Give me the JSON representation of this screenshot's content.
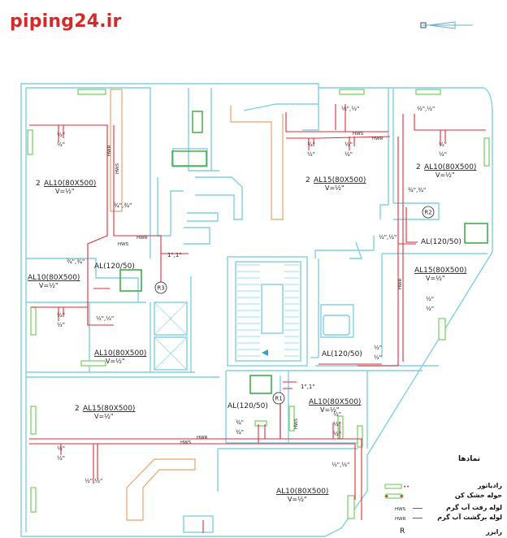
{
  "brand": {
    "text": "piping24.ir",
    "color": "#d42a2a"
  },
  "colors": {
    "wall": "#7fd0e0",
    "pipe": "#e02a3a",
    "label": "#222222",
    "radiator": "#7fd06a",
    "orange": "#e8a26a"
  },
  "rooms": [
    {
      "id": "r1",
      "name": "AL10(80X500)",
      "prefix": "2",
      "v": "V=½\""
    },
    {
      "id": "r2",
      "name": "AL15(80X500)",
      "prefix": "2",
      "v": "V=½\""
    },
    {
      "id": "r3",
      "name": "AL10(80X500)",
      "prefix": "2",
      "v": "V=½\""
    },
    {
      "id": "r4",
      "name": "AL10(80X500)",
      "prefix": "",
      "v": "V=½\""
    },
    {
      "id": "r5",
      "name": "AL15(80X500)",
      "prefix": "",
      "v": "V=½\""
    },
    {
      "id": "r6",
      "name": "AL10(80X500)",
      "prefix": "",
      "v": "V=½\""
    },
    {
      "id": "r7",
      "name": "AL15(80X500)",
      "prefix": "2",
      "v": "V=½\""
    },
    {
      "id": "r8",
      "name": "AL10(80X500)",
      "prefix": "",
      "v": "V=½\""
    },
    {
      "id": "r9",
      "name": "AL10(80X500)",
      "prefix": "",
      "v": "V=½\""
    }
  ],
  "towels": [
    "AL(120/50)",
    "AL(120/50)",
    "AL(120/50)",
    "AL(120/50)"
  ],
  "risers": [
    "R1",
    "R2",
    "R3"
  ],
  "pipe_labels": {
    "hws": "HWS",
    "hwr": "HWR"
  },
  "sizes": {
    "half": "½\"",
    "half_pair": "½\",½\"",
    "threeq_pair": "¾\",¾\"",
    "threeq": "¾\"",
    "one_pair": "1\",1\""
  },
  "legend": {
    "title": "نمادها",
    "items": [
      {
        "label": "رادیاتور",
        "symbol": "radiator"
      },
      {
        "label": "حوله خشک کن",
        "symbol": "towel"
      },
      {
        "label": "لوله رفت آب گرم",
        "symbol": "HWS"
      },
      {
        "label": "لوله برگشت آب گرم",
        "symbol": "HWR"
      },
      {
        "label": "رایزر",
        "symbol": "R"
      }
    ]
  }
}
